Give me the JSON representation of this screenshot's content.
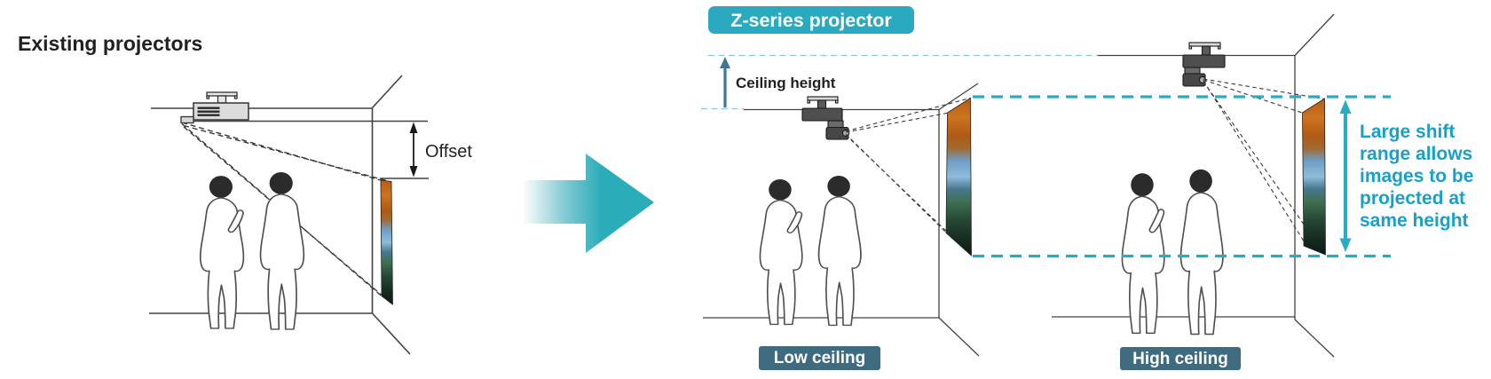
{
  "left_panel": {
    "title": "Existing projectors",
    "offset_label": "Offset"
  },
  "z_panel": {
    "badge_label": "Z-series projector",
    "ceiling_height_label": "Ceiling height",
    "rooms": [
      {
        "label": "Low ceiling"
      },
      {
        "label": "High ceiling"
      }
    ],
    "note_lines": [
      "Large shift",
      "range allows",
      "images to be",
      "projected at",
      "same height"
    ]
  },
  "icons": {
    "transition_arrow": "arrow-right-icon",
    "ceiling_height_arrow": "arrow-up-icon",
    "offset_arrow": "double-headed-vertical-arrow-icon",
    "shift_range_arrow": "double-headed-vertical-arrow-icon"
  },
  "colors": {
    "badge_teal": "#2BA9BF",
    "transition_arrow_teal": "#2AACB9",
    "dashed_teal": "#2BAAC6",
    "thin_dash_teal": "#8FC4D0",
    "steel_blue_arrow": "#3E7795",
    "label_box": "#3E6B80",
    "note_text": "#18A0C8",
    "ink": "#231F20",
    "line": "#424242",
    "projector_light": "#DCDCDC",
    "projector_dark": "#4A4A4A"
  }
}
